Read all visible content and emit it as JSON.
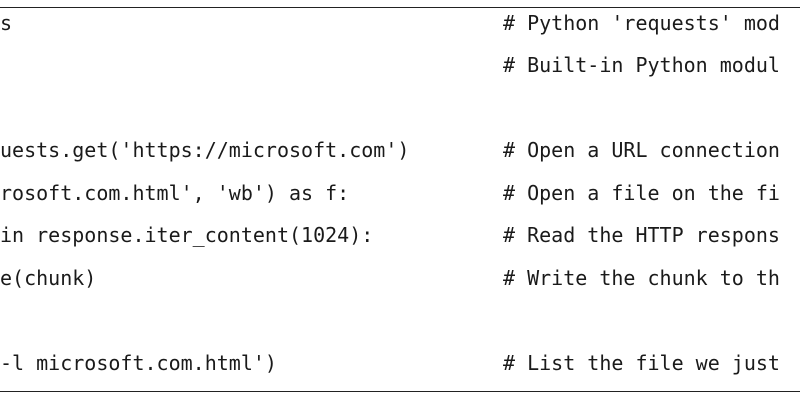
{
  "code_lines": [
    {
      "code": "s",
      "comment": "# Python 'requests' mod"
    },
    {
      "code": "",
      "comment": "# Built-in Python modul"
    },
    {
      "code": "",
      "comment": ""
    },
    {
      "code": "uests.get('https://microsoft.com')",
      "comment": "# Open a URL connection"
    },
    {
      "code": "rosoft.com.html', 'wb') as f:",
      "comment": "# Open a file on the fi"
    },
    {
      "code": "in response.iter_content(1024):",
      "comment": "# Read the HTTP respons"
    },
    {
      "code": "e(chunk)",
      "comment": "# Write the chunk to th"
    },
    {
      "code": "",
      "comment": ""
    },
    {
      "code": "-l microsoft.com.html')",
      "comment": "# List the file we just"
    }
  ]
}
